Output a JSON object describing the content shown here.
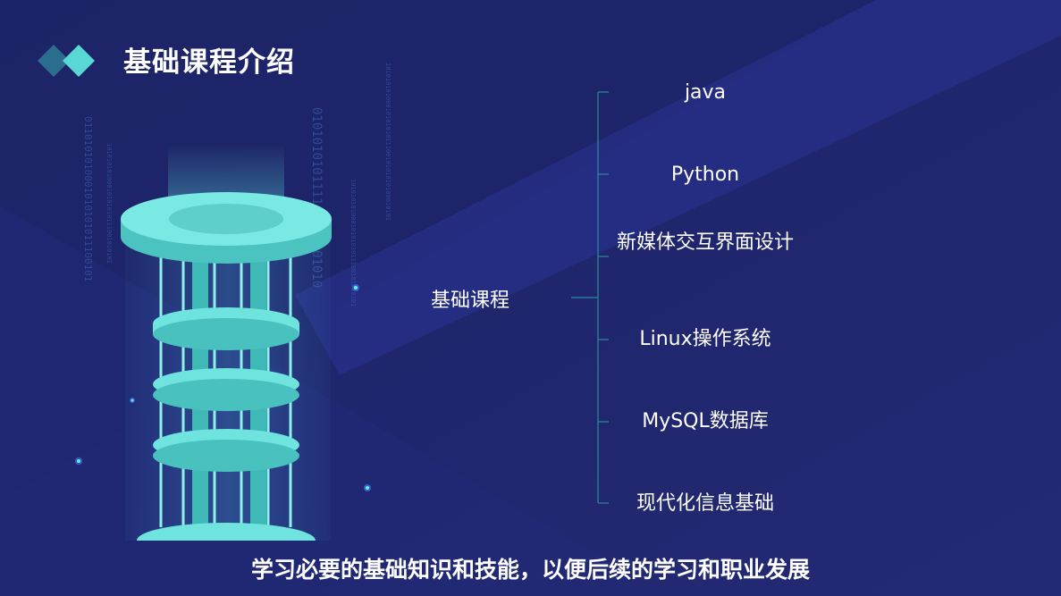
{
  "slide": {
    "title": "基础课程介绍",
    "root_label": "基础课程",
    "items": [
      "java",
      "Python",
      "新媒体交互界面设计",
      "Linux操作系统",
      "MySQL数据库",
      "现代化信息基础"
    ],
    "footer": "学习必要的基础知识和技能，以便后续的学习和职业发展",
    "colors": {
      "background": "#1f2568",
      "accent": "#5ad8d6",
      "accent_dark": "#2b6e8e",
      "bracket": "#2e8a99"
    }
  }
}
